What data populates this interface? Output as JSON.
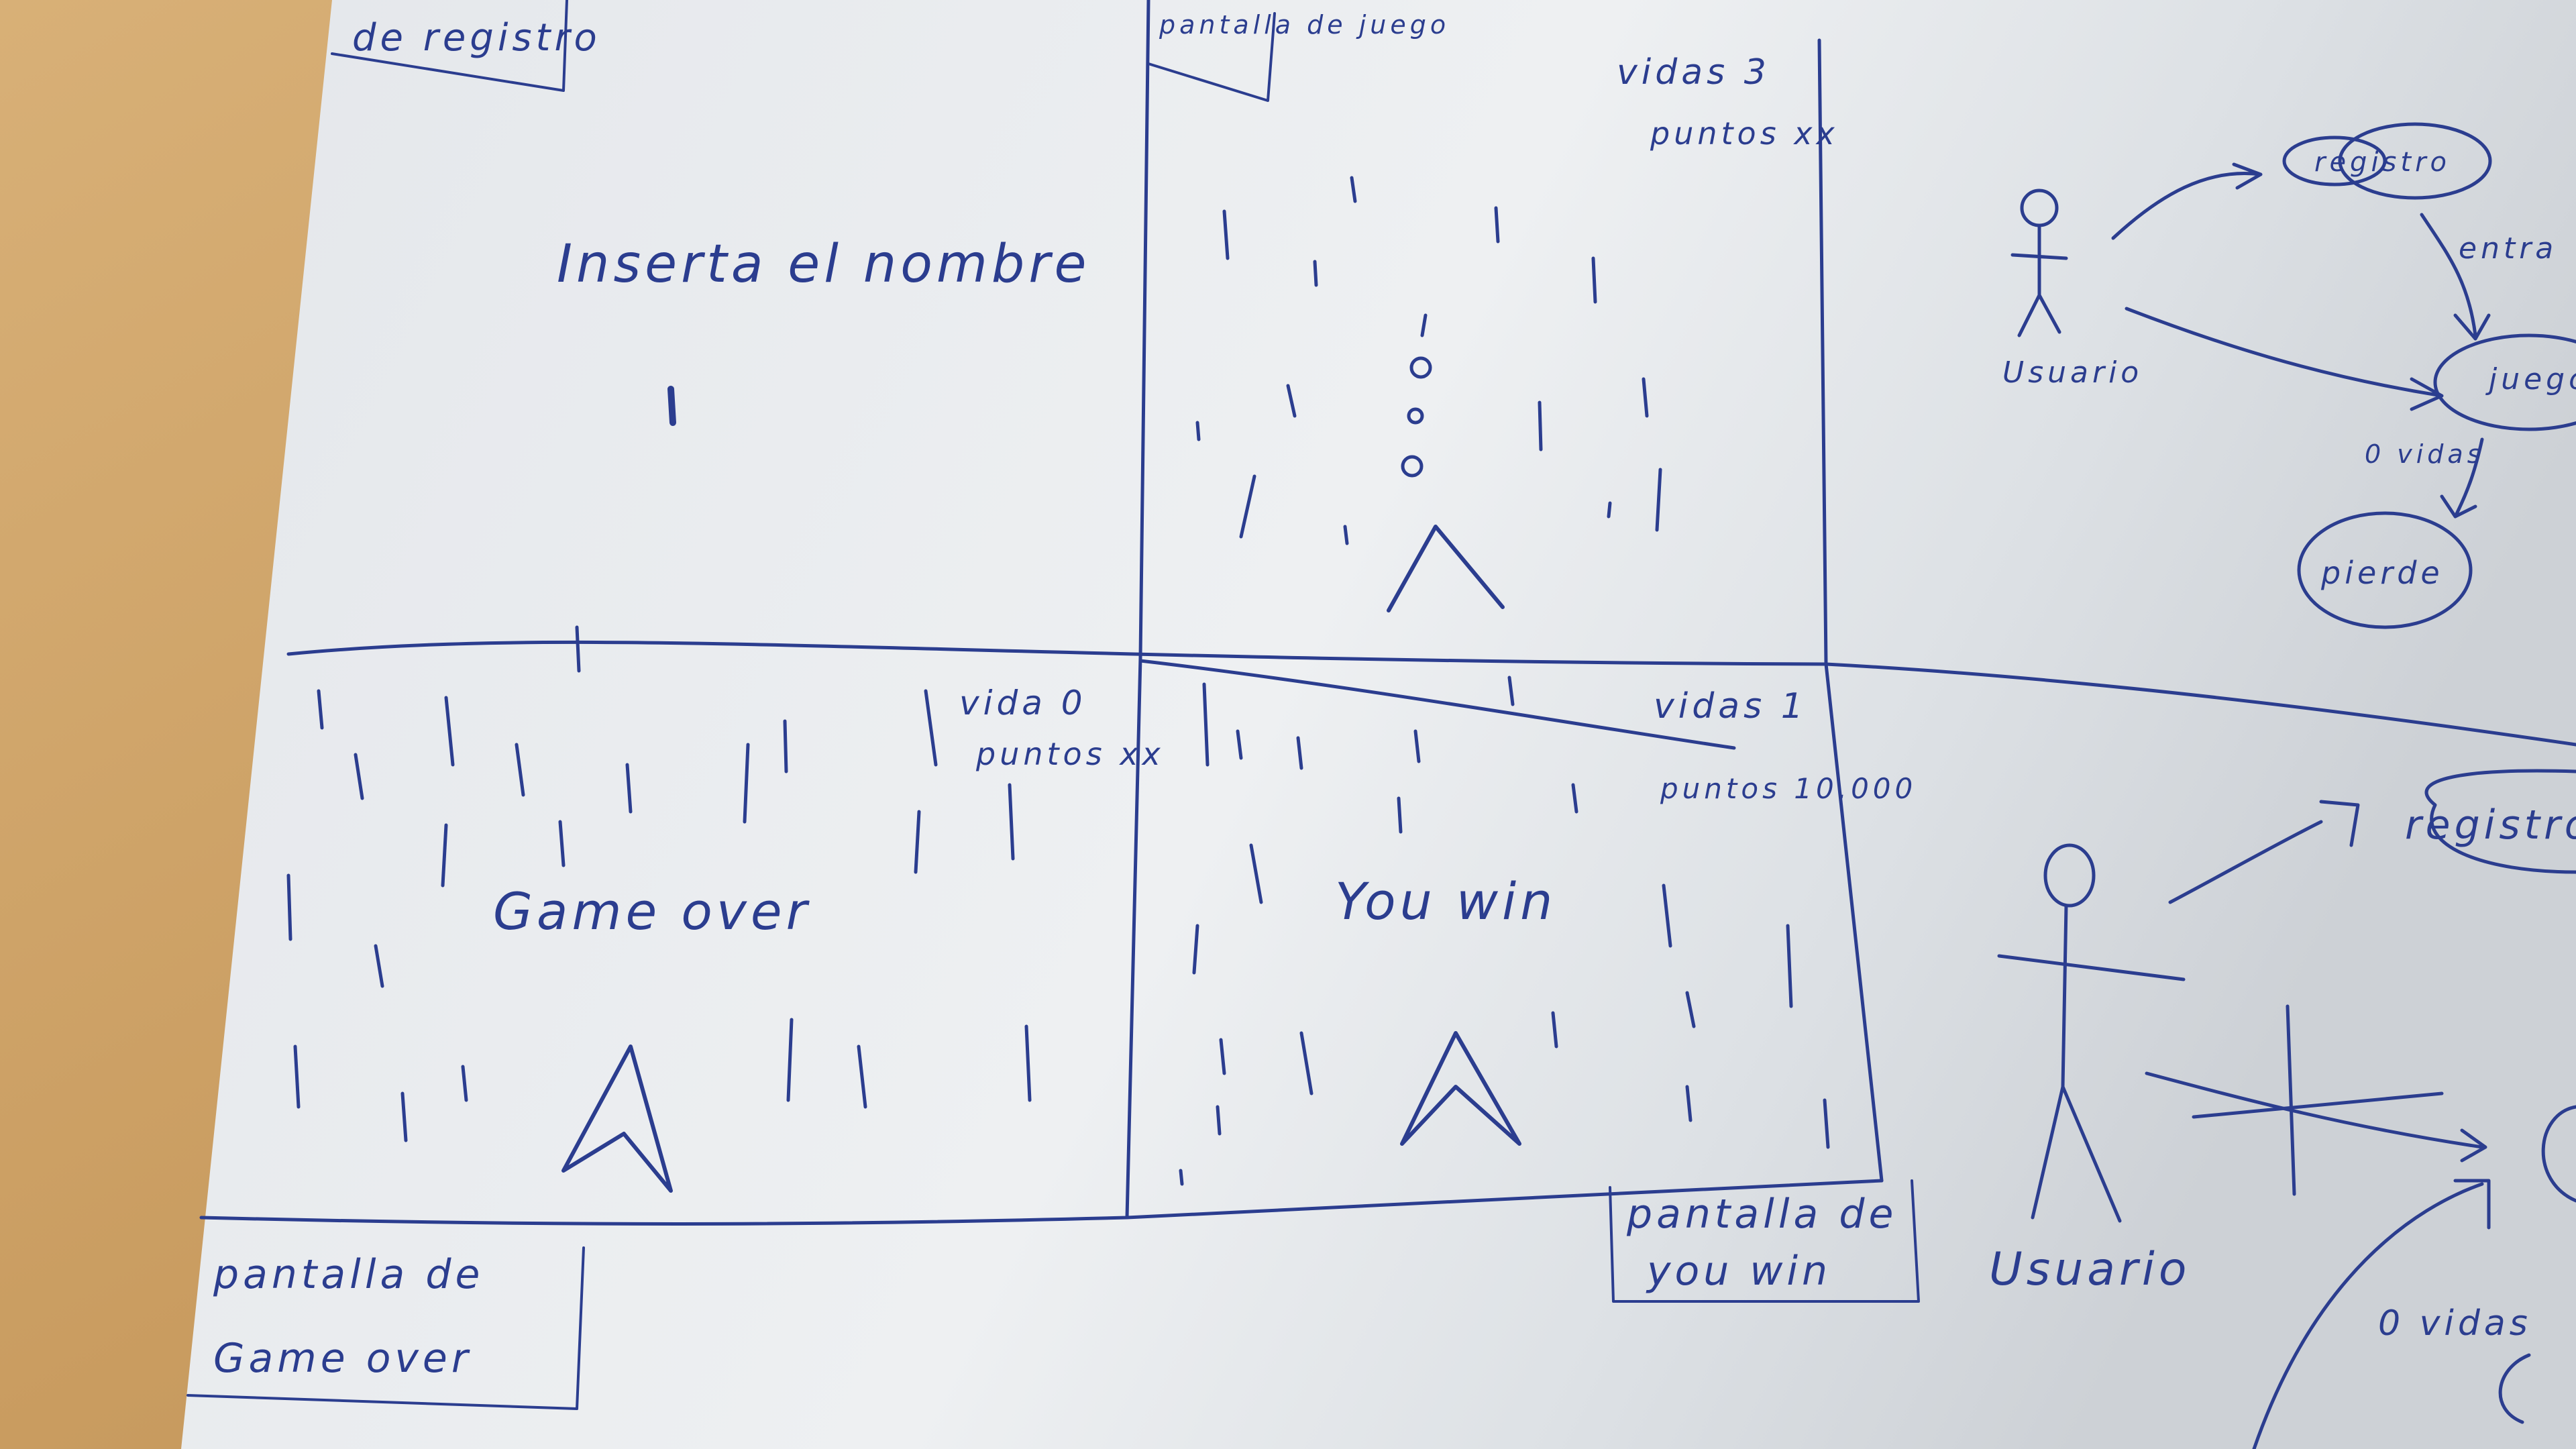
{
  "scene": {
    "description_labels": {
      "registro_tab": "de registro",
      "juego_tab": "pantalla de juego",
      "gameover_tab_line1": "pantalla de",
      "gameover_tab_line2": "Game over",
      "youwin_tab_line1": "pantalla de",
      "youwin_tab_line2": "you win"
    },
    "registro_screen": {
      "prompt": "Inserta el nombre"
    },
    "juego_screen": {
      "lives": "vidas 3",
      "points": "puntos xx"
    },
    "gameover_screen": {
      "lives": "vida 0",
      "points": "puntos xx",
      "message": "Game over"
    },
    "youwin_screen": {
      "lives": "vidas 1",
      "points": "puntos 10.000",
      "message": "You win"
    },
    "diagram_top": {
      "actor": "Usuario",
      "node_registro": "registro",
      "node_juego": "juego",
      "node_pierde": "pierde",
      "edge_entra": "entra",
      "edge_ovidas": "0 vidas"
    },
    "diagram_bottom": {
      "actor": "Usuario",
      "node_registro": "registro",
      "edge_ovidas": "0 vidas"
    }
  },
  "colors": {
    "ink": "#2b3d8f",
    "paper": "#e9ecef",
    "desk": "#cfa56a"
  }
}
